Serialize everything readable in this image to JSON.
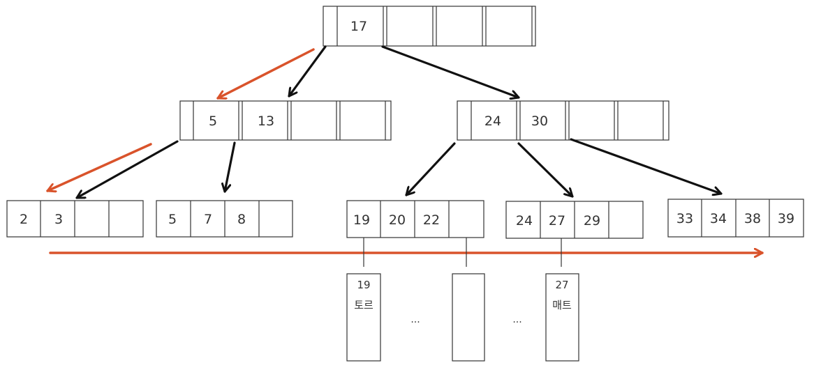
{
  "colors": {
    "line": "#333333",
    "pointer": "#111111",
    "highlight": "#d9532b",
    "background": "#ffffff"
  },
  "root": {
    "keys": [
      "17",
      "",
      "",
      ""
    ]
  },
  "internal": [
    {
      "keys": [
        "5",
        "13",
        "",
        ""
      ]
    },
    {
      "keys": [
        "24",
        "30",
        "",
        ""
      ]
    }
  ],
  "leaves": [
    {
      "keys": [
        "2",
        "3",
        "",
        ""
      ]
    },
    {
      "keys": [
        "5",
        "7",
        "8",
        ""
      ]
    },
    {
      "keys": [
        "19",
        "20",
        "22",
        ""
      ]
    },
    {
      "keys": [
        "24",
        "27",
        "29",
        ""
      ]
    },
    {
      "keys": [
        "33",
        "34",
        "38",
        "39"
      ]
    }
  ],
  "records": [
    {
      "id": "19",
      "value": "토르"
    },
    {
      "id": "",
      "value": ""
    },
    {
      "id": "27",
      "value": "매트"
    }
  ],
  "ellipsis": [
    "...",
    "..."
  ]
}
